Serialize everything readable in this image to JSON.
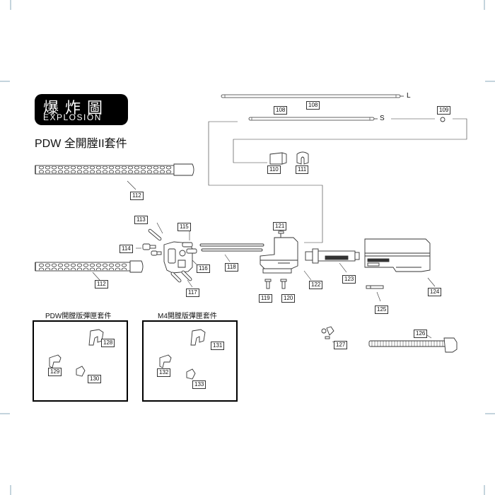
{
  "header": {
    "title_cn": "爆炸圖",
    "title_en": "EXPLOSION",
    "kit_title": "PDW 全開膛II套件"
  },
  "subkits": {
    "pdw": "PDW開膛版彈匣套件",
    "m4": "M4開膛版彈匣套件"
  },
  "rod_letters": {
    "long": "L",
    "short": "S"
  },
  "parts": {
    "p108a": "108",
    "p108b": "108",
    "p109": "109",
    "p110": "110",
    "p111": "111",
    "p112a": "112",
    "p112b": "112",
    "p113": "113",
    "p114": "114",
    "p115": "115",
    "p116": "116",
    "p117": "117",
    "p118": "118",
    "p119": "119",
    "p120": "120",
    "p121": "121",
    "p122": "122",
    "p123": "123",
    "p124": "124",
    "p125": "125",
    "p126": "126",
    "p127": "127",
    "p128": "128",
    "p129": "129",
    "p130": "130",
    "p131": "131",
    "p132": "132",
    "p133": "133"
  }
}
